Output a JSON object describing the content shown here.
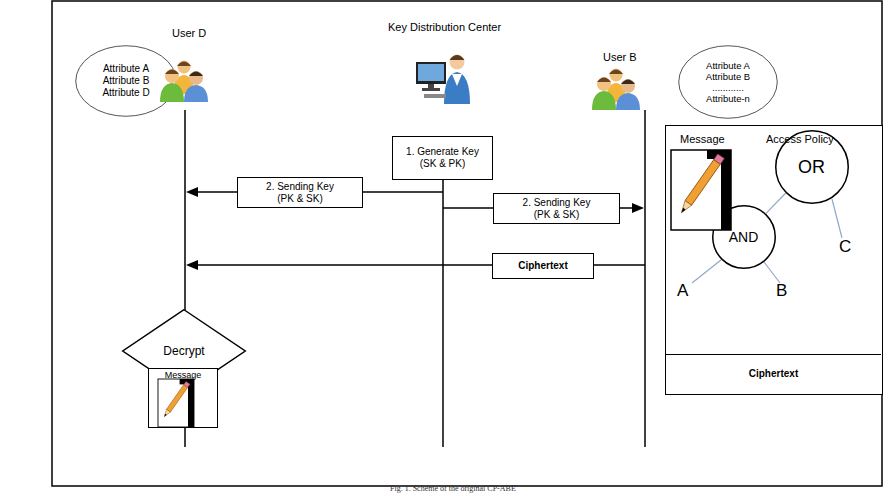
{
  "diagram": {
    "caption": "Fig. 1. Scheme of the original CP-ABE",
    "nodes": [
      {
        "text": [
          "Attribute A",
          "Attribute B",
          "Attribute D"
        ]
      },
      {
        "text": [
          "1. Generate Key (SK & PK)"
        ]
      },
      {
        "text": [
          "2. Sending Key (PK & SK)"
        ]
      },
      {
        "text": [
          "2. Sending Key (PK & SK)"
        ]
      },
      {
        "text": [
          "Attribute A",
          "Attribute B",
          "............",
          "Attribute-n"
        ]
      },
      {
        "text": [
          "Ciphertext"
        ]
      },
      {
        "text": [
          "Message",
          "Access Policy"
        ]
      },
      {
        "text": [
          "OR"
        ],
        "in": 6
      },
      {
        "text": [
          "AND"
        ],
        "in": 6
      },
      {
        "text": [
          "Ciphertext"
        ],
        "in": 6
      },
      {
        "text": [
          "Decrypt"
        ]
      },
      {
        "text": [
          "Message"
        ]
      }
    ],
    "edges": [
      {
        "from": 7,
        "to": 8,
        "arrow": "none"
      }
    ],
    "labels": [
      "User D",
      "Key Distribution Center",
      "User B",
      "C",
      "A",
      "B"
    ]
  }
}
